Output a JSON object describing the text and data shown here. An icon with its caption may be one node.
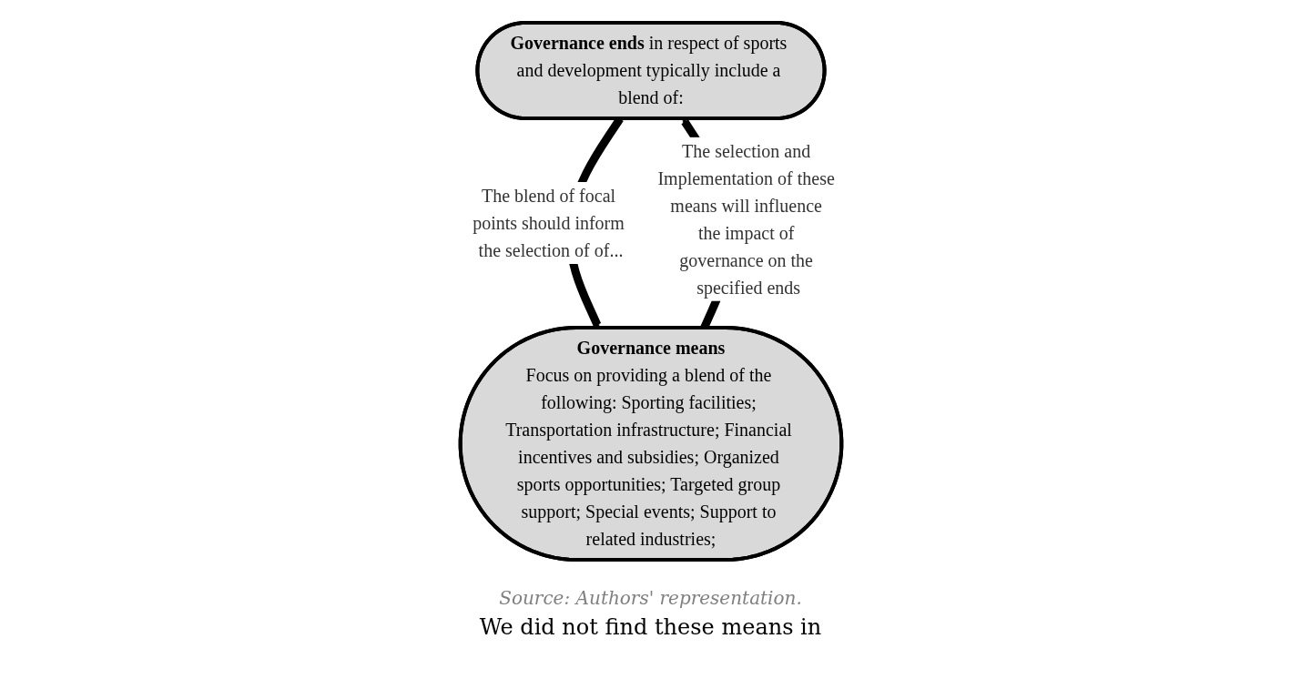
{
  "diagram": {
    "nodes": [
      {
        "text": [
          "**Governance ends** in respect of sports and development typically include a blend of:"
        ]
      },
      {
        "text": [
          "Governance means",
          "Focus on providing a blend of the following: Sporting facilities; Transportation infrastructure; Financial incentives and subsidies; Organized sports opportunities; Targeted group support; Special events; Support to related industries;"
        ]
      }
    ],
    "edges": [
      {
        "from": 0,
        "to": 1,
        "arrow": "to",
        "label": "The blend of focal points should inform the selection of of..."
      },
      {
        "from": 1,
        "to": 0,
        "arrow": "to",
        "label": "The selection and Implementation of these means will influence the impact of governance on the specified ends"
      }
    ],
    "labels": [
      "Source: Authors' representation.",
      "We did not find these means in"
    ]
  }
}
